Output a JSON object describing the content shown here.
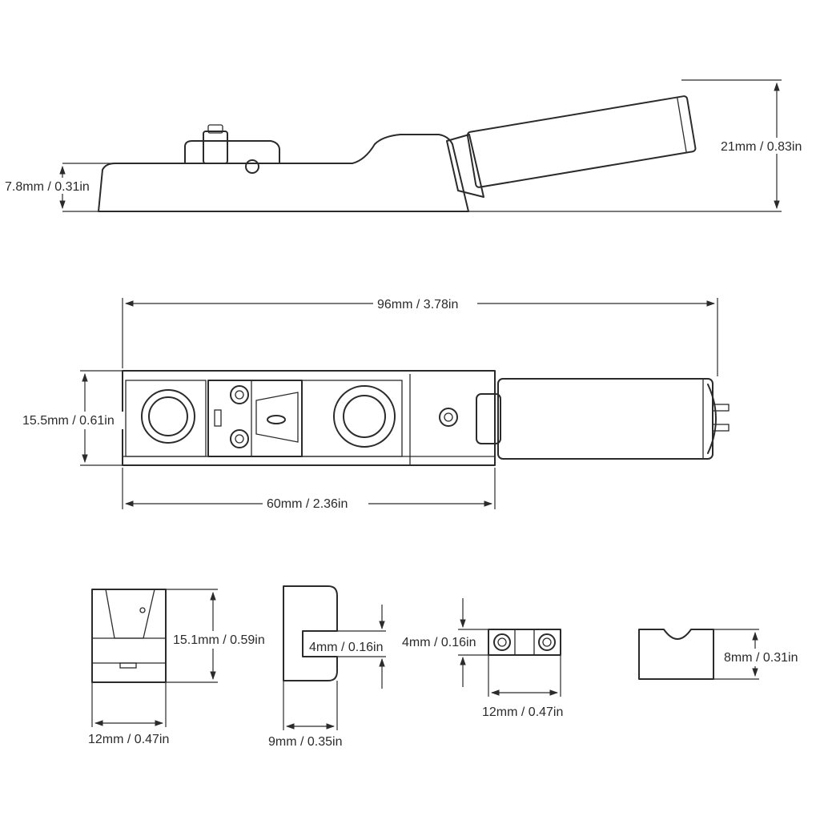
{
  "dimensions": {
    "side_height_base": "7.8mm / 0.31in",
    "side_height_total": "21mm / 0.83in",
    "top_total_length": "96mm / 3.78in",
    "top_width": "15.5mm / 0.61in",
    "top_base_length": "60mm / 2.36in",
    "part_a_height": "15.1mm / 0.59in",
    "part_a_width": "12mm / 0.47in",
    "part_b_slot": "4mm / 0.16in",
    "part_b_width": "9mm / 0.35in",
    "part_c_height": "4mm / 0.16in",
    "part_c_width": "12mm / 0.47in",
    "part_d_height": "8mm / 0.31in"
  }
}
